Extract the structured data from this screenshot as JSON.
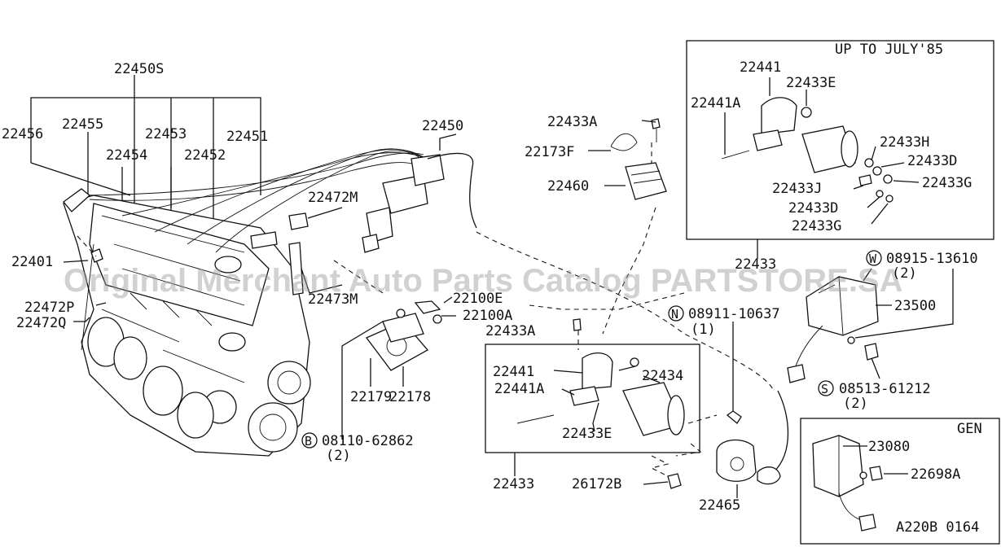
{
  "watermark": "Original Merchant Auto Parts Catalog PARTSTORE.SA",
  "diagram_code": "A220B 0164",
  "boxes": {
    "coil_early": {
      "title": "UP TO JULY'85",
      "ref": "22433"
    },
    "coil_late": {
      "ref": "22433"
    },
    "gen": {
      "title": "GEN"
    }
  },
  "labels": {
    "l22450S": "22450S",
    "l22456": "22456",
    "l22455": "22455",
    "l22453": "22453",
    "l22451": "22451",
    "l22454": "22454",
    "l22452": "22452",
    "l22450": "22450",
    "l22472M": "22472M",
    "l22473M": "22473M",
    "l22401": "22401",
    "l22472P": "22472P",
    "l22472Q": "22472Q",
    "l22100E": "22100E",
    "l22100A": "22100A",
    "l22179": "22179",
    "l22178": "22178",
    "b08110": "08110-62862",
    "b08110q": "(2)",
    "l22433A_top": "22433A",
    "l22173F": "22173F",
    "l22460": "22460",
    "l22441_top": "22441",
    "l22433E_top": "22433E",
    "l22441A_top": "22441A",
    "l22433H": "22433H",
    "l22433D_1": "22433D",
    "l22433G_1": "22433G",
    "l22433J": "22433J",
    "l22433D_2": "22433D",
    "l22433G_2": "22433G",
    "w08915": "08915-13610",
    "w08915q": "(2)",
    "l23500": "23500",
    "s08513": "08513-61212",
    "s08513q": "(2)",
    "n08911": "08911-10637",
    "n08911q": "(1)",
    "l22433A_mid": "22433A",
    "l22441_mid": "22441",
    "l22441A_mid": "22441A",
    "l22434": "22434",
    "l22433E_mid": "22433E",
    "l26172B": "26172B",
    "l22465": "22465",
    "l23080": "23080",
    "l22698A": "22698A"
  },
  "markers": {
    "B": "B",
    "W": "W",
    "S": "S",
    "N": "N"
  }
}
